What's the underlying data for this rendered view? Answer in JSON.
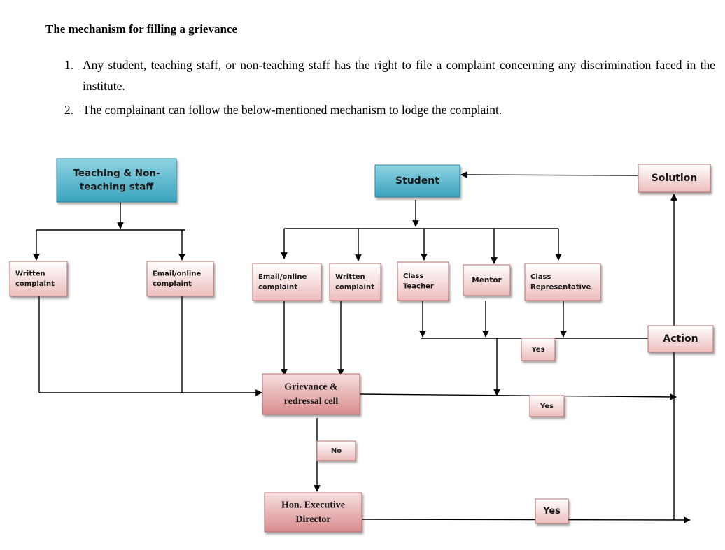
{
  "heading": "The mechanism for filling a grievance",
  "list": [
    {
      "num": "1.",
      "text": "Any student, teaching staff, or non-teaching staff has the right to file a complaint concerning any discrimination faced in the institute."
    },
    {
      "num": "2.",
      "text": "The complainant can follow the below-mentioned mechanism to lodge the complaint."
    }
  ],
  "colors": {
    "blue_box": "#5bbad0",
    "pink_box": "#f3d3d3",
    "pink_box_strong": "#e8a3a3",
    "line": "#000000"
  },
  "nodes": {
    "staff": {
      "lines": [
        "Teaching & Non-",
        "teaching staff"
      ]
    },
    "student": {
      "lines": [
        "Student"
      ]
    },
    "solution": {
      "lines": [
        "Solution"
      ]
    },
    "staff_written": {
      "lines": [
        "Written",
        "complaint"
      ]
    },
    "staff_email": {
      "lines": [
        "Email/online",
        "complaint"
      ]
    },
    "stu_email": {
      "lines": [
        "Email/online",
        "complaint"
      ]
    },
    "stu_written": {
      "lines": [
        "Written",
        "complaint"
      ]
    },
    "class_teacher": {
      "lines": [
        "Class",
        "Teacher"
      ]
    },
    "mentor": {
      "lines": [
        "Mentor"
      ]
    },
    "class_rep": {
      "lines": [
        "Class",
        "Representative"
      ]
    },
    "action": {
      "lines": [
        "Action"
      ]
    },
    "yes1": {
      "lines": [
        "Yes"
      ]
    },
    "grievance": {
      "lines": [
        "Grievance &",
        "redressal cell"
      ]
    },
    "yes2": {
      "lines": [
        "Yes"
      ]
    },
    "no": {
      "lines": [
        "No"
      ]
    },
    "director": {
      "lines": [
        "Hon. Executive",
        "Director"
      ]
    },
    "yes3": {
      "lines": [
        "Yes"
      ]
    }
  }
}
